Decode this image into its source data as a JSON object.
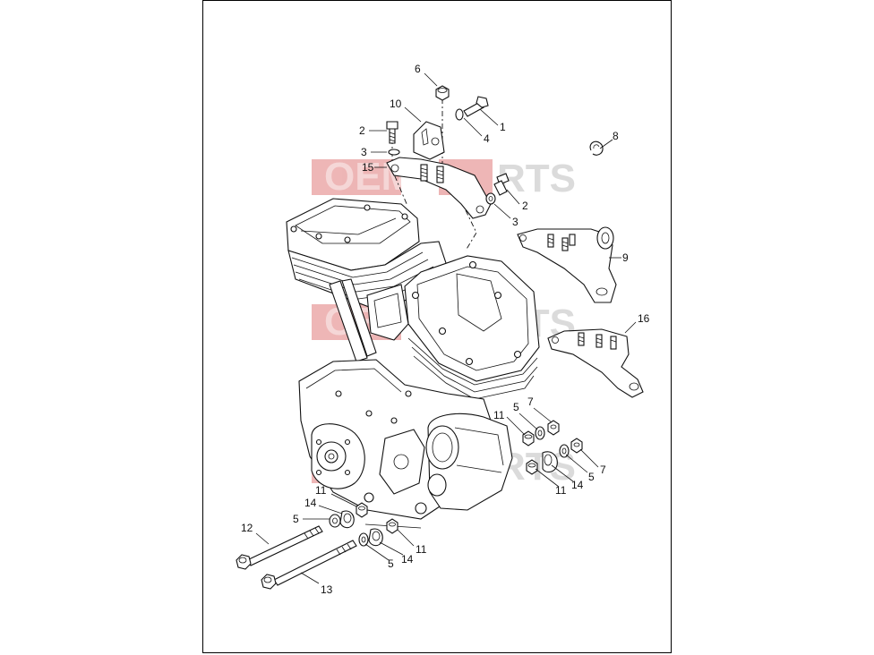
{
  "watermark": {
    "left": "OEM",
    "right": "RTS",
    "color": "#e07a7a"
  },
  "callouts": [
    {
      "id": "c6",
      "text": "6"
    },
    {
      "id": "c10",
      "text": "10"
    },
    {
      "id": "c1",
      "text": "1"
    },
    {
      "id": "c4",
      "text": "4"
    },
    {
      "id": "c2a",
      "text": "2"
    },
    {
      "id": "c3a",
      "text": "3"
    },
    {
      "id": "c15",
      "text": "15"
    },
    {
      "id": "c8",
      "text": "8"
    },
    {
      "id": "c2b",
      "text": "2"
    },
    {
      "id": "c3b",
      "text": "3"
    },
    {
      "id": "c9",
      "text": "9"
    },
    {
      "id": "c16",
      "text": "16"
    },
    {
      "id": "c11a",
      "text": "11"
    },
    {
      "id": "c5a",
      "text": "5"
    },
    {
      "id": "c7a",
      "text": "7"
    },
    {
      "id": "c7b",
      "text": "7"
    },
    {
      "id": "c5b",
      "text": "5"
    },
    {
      "id": "c14a",
      "text": "14"
    },
    {
      "id": "c11b",
      "text": "11"
    },
    {
      "id": "c11c",
      "text": "11"
    },
    {
      "id": "c14b",
      "text": "14"
    },
    {
      "id": "c5c",
      "text": "5"
    },
    {
      "id": "c12",
      "text": "12"
    },
    {
      "id": "c11d",
      "text": "11"
    },
    {
      "id": "c14c",
      "text": "14"
    },
    {
      "id": "c5d",
      "text": "5"
    },
    {
      "id": "c13",
      "text": "13"
    }
  ]
}
